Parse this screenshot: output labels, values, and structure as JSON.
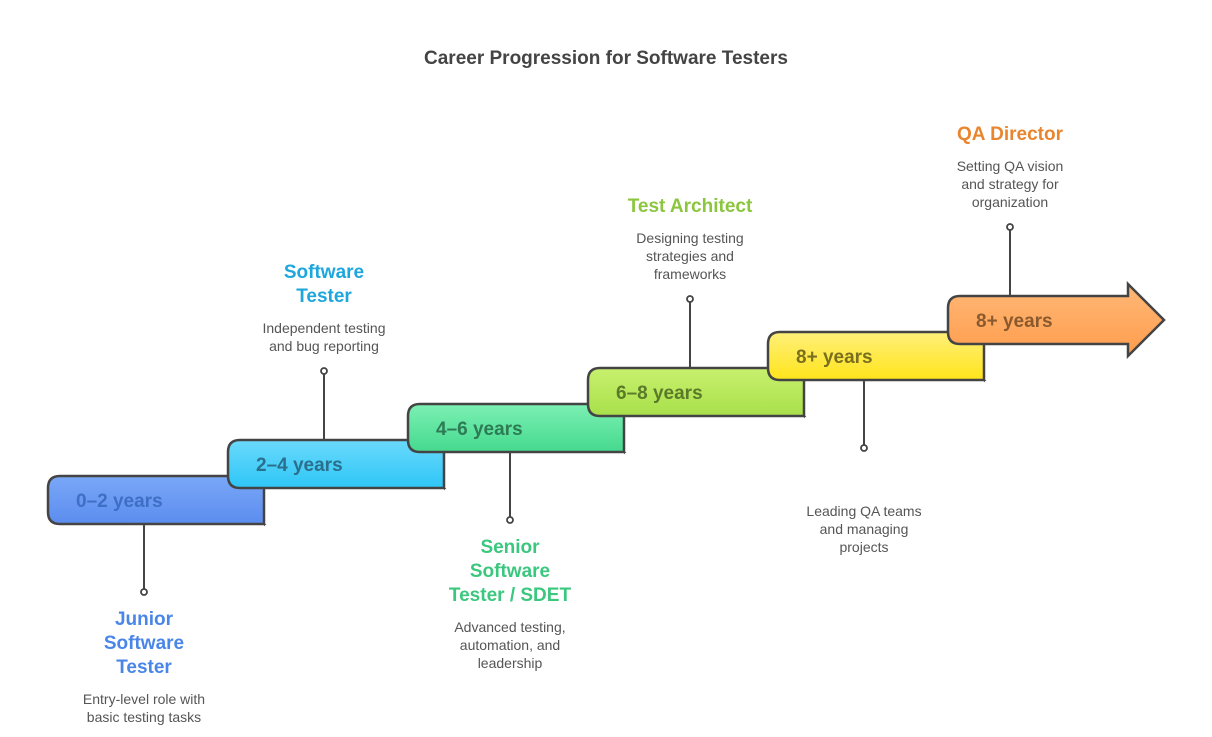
{
  "title": "Career Progression for Software Testers",
  "stages": [
    {
      "years": "0–2 years",
      "role": "Junior Software Tester",
      "role_lines": [
        "Junior",
        "Software",
        "Tester"
      ],
      "description_lines": [
        "Entry-level role with",
        "basic testing tasks"
      ],
      "color": "#5b8def",
      "color_light": "#7aa7f7",
      "text_color": "#3d6fc4",
      "role_color": "#4a86e8",
      "label_side": "below"
    },
    {
      "years": "2–4 years",
      "role": "Software Tester",
      "role_lines": [
        "Software",
        "Tester"
      ],
      "description_lines": [
        "Independent testing",
        "and bug reporting"
      ],
      "color": "#2ec6f7",
      "color_light": "#6ad9fb",
      "text_color": "#2a6f8c",
      "role_color": "#1ea7dd",
      "label_side": "above"
    },
    {
      "years": "4–6 years",
      "role": "Senior Software Tester / SDET",
      "role_lines": [
        "Senior",
        "Software",
        "Tester / SDET"
      ],
      "description_lines": [
        "Advanced testing,",
        "automation, and",
        "leadership"
      ],
      "color": "#45d98e",
      "color_light": "#7cf0b3",
      "text_color": "#2d7a55",
      "role_color": "#3cc77f",
      "label_side": "below"
    },
    {
      "years": "6–8 years",
      "role": "Test Architect",
      "role_lines": [
        "Test Architect"
      ],
      "description_lines": [
        "Designing testing",
        "strategies and",
        "frameworks"
      ],
      "color": "#a8e04a",
      "color_light": "#c8f06e",
      "text_color": "#5a7a2a",
      "role_color": "#8cc63f",
      "label_side": "above"
    },
    {
      "years": "8+ years",
      "role": "",
      "role_lines": [],
      "description_lines": [
        "Leading QA teams",
        "and managing",
        "projects"
      ],
      "color": "#ffe41a",
      "color_light": "#fff07a",
      "text_color": "#7a6f1e",
      "role_color": "#d4b400",
      "label_side": "below"
    },
    {
      "years": "8+ years",
      "role": "QA Director",
      "role_lines": [
        "QA Director"
      ],
      "description_lines": [
        "Setting QA vision",
        "and strategy for",
        "organization"
      ],
      "color": "#ff9d4d",
      "color_light": "#ffb877",
      "text_color": "#8a5a2e",
      "role_color": "#e8852e",
      "label_side": "above"
    }
  ]
}
